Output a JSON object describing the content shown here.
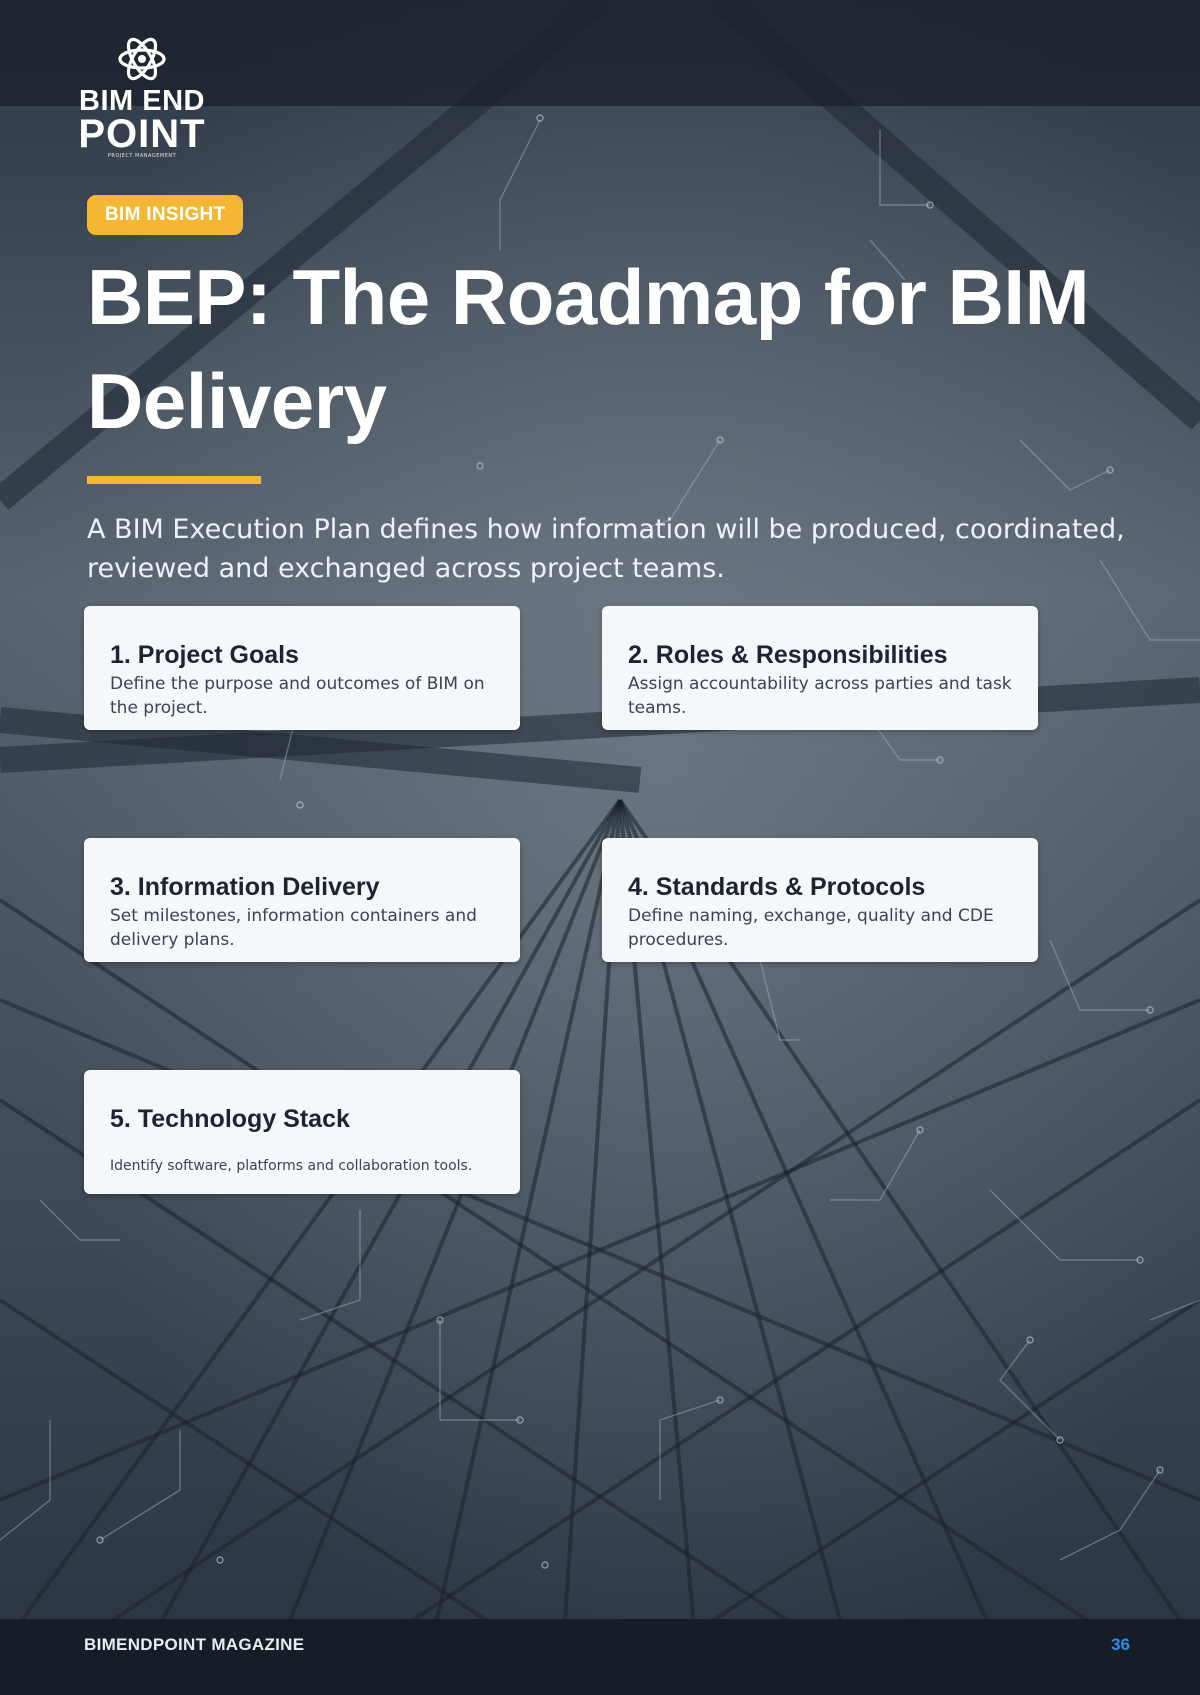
{
  "brand": {
    "logo_line1": "BIM END",
    "logo_line2": "POINT",
    "logo_tagline": "PROJECT MANAGEMENT"
  },
  "badge": "BIM INSIGHT",
  "title": "BEP: The Roadmap for BIM Delivery",
  "intro": "A BIM Execution Plan defines how information will be produced, coordinated, reviewed and exchanged across project teams.",
  "cards": [
    {
      "title": "1. Project Goals",
      "description": "Define the purpose and outcomes of BIM on the project."
    },
    {
      "title": "2. Roles & Responsibilities",
      "description": "Assign accountability across parties and task teams."
    },
    {
      "title": "3. Information Delivery",
      "description": "Set milestones, information containers and delivery plans."
    },
    {
      "title": "4. Standards & Protocols",
      "description": "Define naming, exchange, quality and CDE procedures."
    },
    {
      "title": "5. Technology Stack",
      "description": "Identify software, platforms and collaboration tools."
    }
  ],
  "footer": {
    "magazine": "BIMENDPOINT MAGAZINE",
    "page_number": "36"
  },
  "colors": {
    "accent": "#f5b731",
    "page_number": "#2f8de4",
    "card_bg": "#f5f8fb"
  }
}
